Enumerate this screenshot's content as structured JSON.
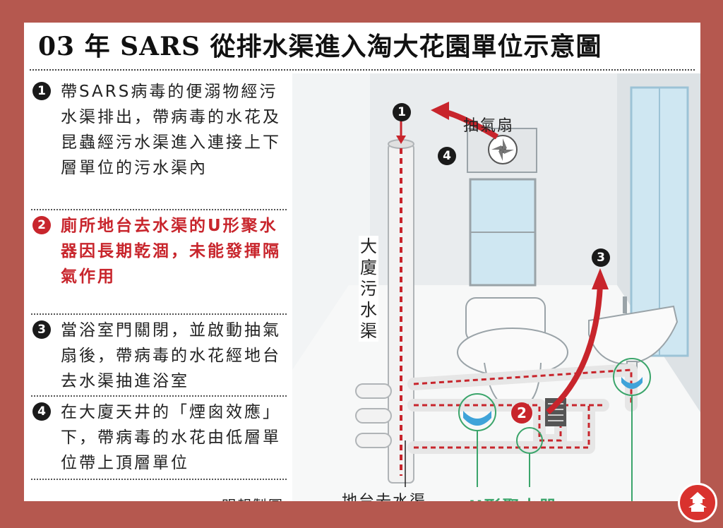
{
  "title": "03 年 SARS 從排水渠進入淘大花園單位示意圖",
  "steps": [
    {
      "num": "1",
      "text": "帶SARS病毒的便溺物經污水渠排出，帶病毒的水花及昆蟲經污水渠進入連接上下層單位的污水渠內"
    },
    {
      "num": "2",
      "text": "廁所地台去水渠的U形聚水器因長期乾涸，未能發揮隔氣作用"
    },
    {
      "num": "3",
      "text": "當浴室門關閉，並啟動抽氣扇後，帶病毒的水花經地台去水渠抽進浴室"
    },
    {
      "num": "4",
      "text": "在大廈天井的「煙囪效應」下，帶病毒的水花由低層單位帶上頂層單位"
    }
  ],
  "credit": "明報製圖",
  "diagram": {
    "labels": {
      "exhaust_fan": "抽氣扇",
      "building_sewer": [
        "大",
        "廈",
        "污",
        "水",
        "渠"
      ],
      "floor_drain": "地台去水渠",
      "u_trap": "U形聚水器"
    },
    "markers": {
      "m1": "1",
      "m2": "2",
      "m3": "3",
      "m4": "4"
    }
  },
  "colors": {
    "frame": "#B5584F",
    "accent_red": "#C8252C",
    "accent_green": "#3BA56B",
    "glass": "#CFE7F2",
    "water": "#3FA3D9"
  }
}
